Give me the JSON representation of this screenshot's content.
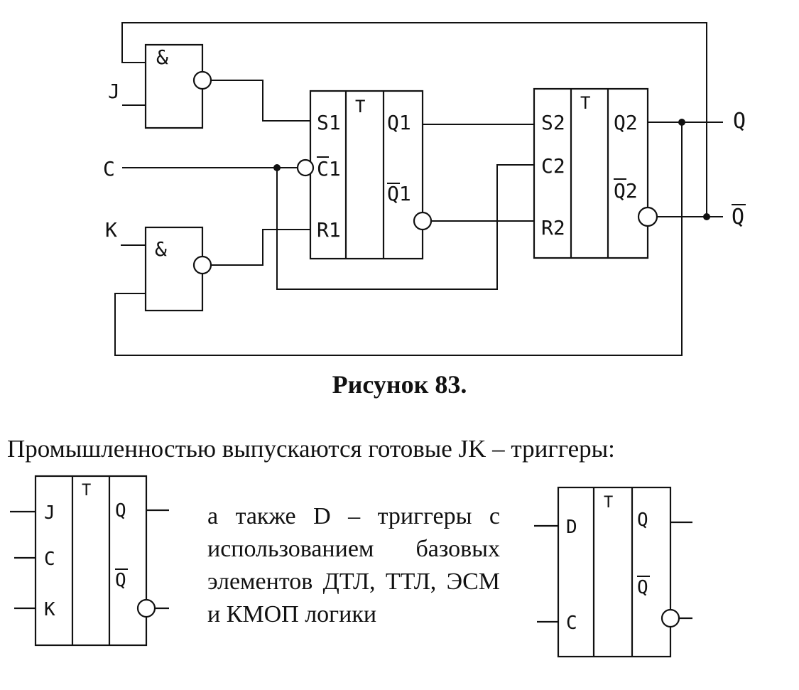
{
  "figure": {
    "caption": "Рисунок 83.",
    "input_j": "J",
    "input_c": "C",
    "input_k": "K",
    "output_q": "Q",
    "output_qbar": "Q",
    "gate_symbol": "&",
    "trigger_symbol": "T",
    "ff1": {
      "s": "S1",
      "c": "C1",
      "r": "R1",
      "q": "Q1",
      "qbar": "Q1"
    },
    "ff2": {
      "s": "S2",
      "c": "C2",
      "r": "R2",
      "q": "Q2",
      "qbar": "Q2"
    }
  },
  "text": {
    "intro": "Промышленностью выпускаются готовые JK – триггеры:",
    "description": "а также D – триггеры с использованием базовых элементов ДТЛ, ТТЛ, ЭСМ и КМОП логики"
  },
  "jk_trigger": {
    "t": "T",
    "j": "J",
    "c": "C",
    "k": "K",
    "q": "Q",
    "qbar": "Q"
  },
  "d_trigger": {
    "t": "T",
    "d": "D",
    "c": "C",
    "q": "Q",
    "qbar": "Q"
  }
}
